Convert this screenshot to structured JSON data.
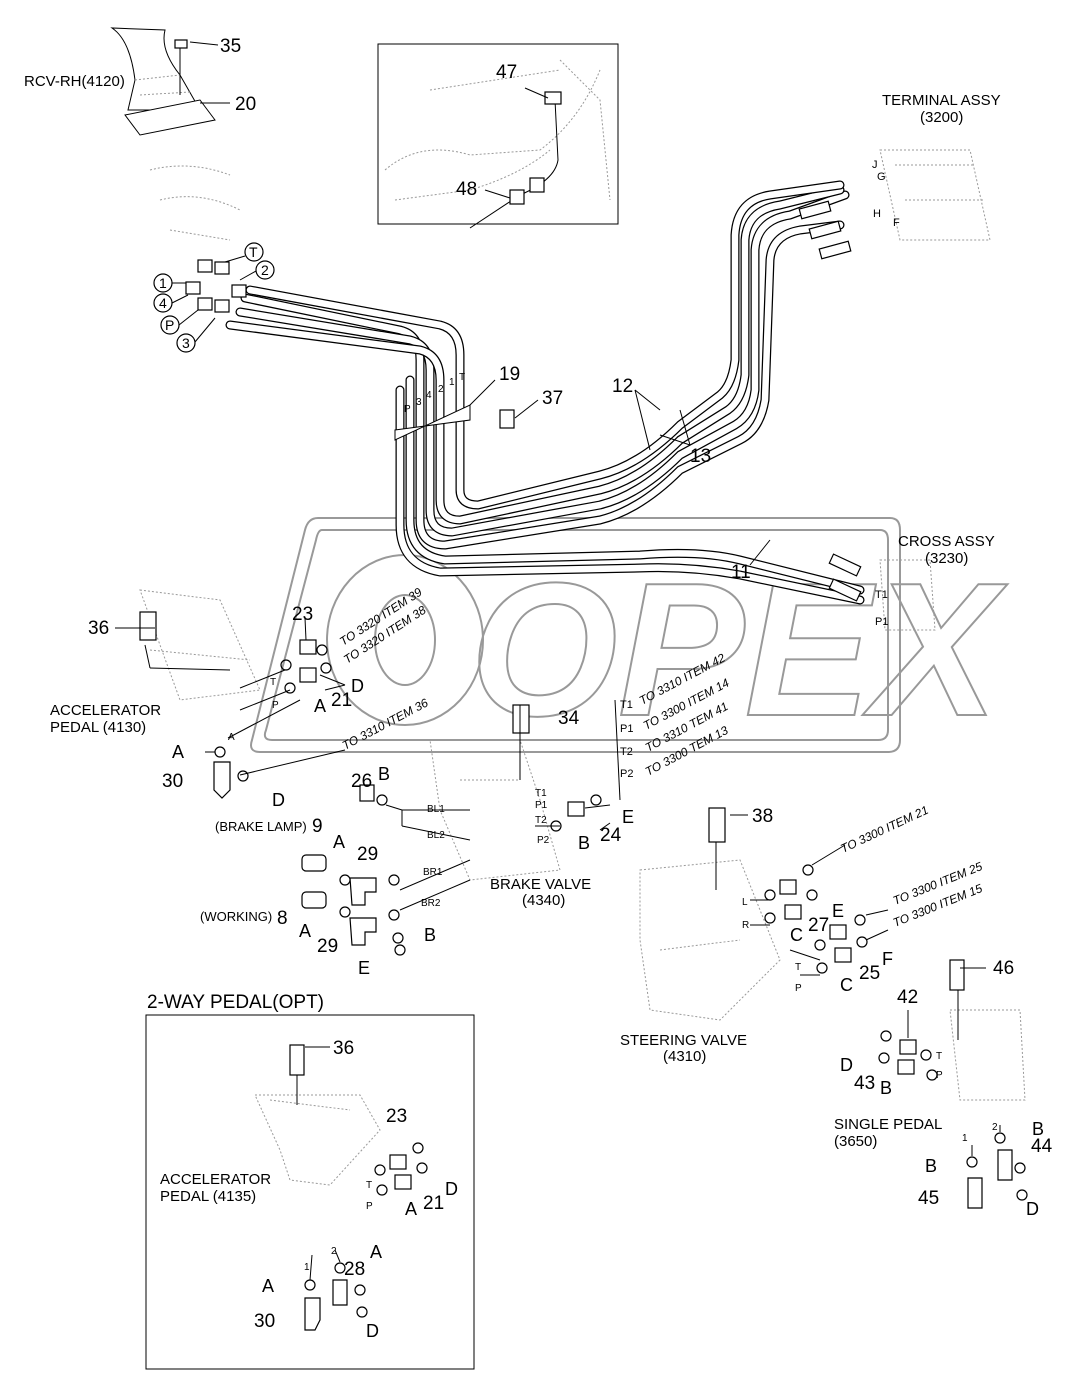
{
  "components": {
    "rcv_rh": "RCV-RH(4120)",
    "terminal_assy": "TERMINAL ASSY",
    "terminal_code": "(3200)",
    "cross_assy": "CROSS ASSY",
    "cross_code": "(3230)",
    "accel_pedal": "ACCELERATOR",
    "accel_pedal_code": "PEDAL (4130)",
    "brake_lamp": "(BRAKE LAMP)",
    "working": "(WORKING)",
    "brake_valve": "BRAKE VALVE",
    "brake_valve_code": "(4340)",
    "steering_valve": "STEERING VALVE",
    "steering_valve_code": "(4310)",
    "single_pedal": "SINGLE PEDAL",
    "single_pedal_code": "(3650)",
    "two_way_pedal": "2-WAY PEDAL(OPT)",
    "accel_pedal_2": "ACCELERATOR",
    "accel_pedal_2_code": "PEDAL (4135)"
  },
  "notes": {
    "n3320_39": "TO 3320 ITEM 39",
    "n3320_38": "TO 3320 ITEM 38",
    "n3310_36": "TO 3310 ITEM 36",
    "n3310_42": "TO 3310 ITEM 42",
    "n3300_14": "TO 3300 ITEM 14",
    "n3310_41": "TO 3310 TEM 41",
    "n3300_13": "TO 3300 TEM 13",
    "n3300_21": "TO 3300 ITEM 21",
    "n3300_25": "TO 3300 ITEM 25",
    "n3300_15": "TO 3300 ITEM 15"
  },
  "part_numbers": {
    "p35": "35",
    "p20": "20",
    "p47": "47",
    "p48": "48",
    "p19": "19",
    "p37": "37",
    "p12": "12",
    "p13": "13",
    "p11": "11",
    "p36": "36",
    "p23": "23",
    "p21": "21",
    "p34": "34",
    "p30": "30",
    "p26": "26",
    "p24": "24",
    "p9": "9",
    "p29a": "29",
    "p8": "8",
    "p29b": "29",
    "p38": "38",
    "p27": "27",
    "p25": "25",
    "p46": "46",
    "p42": "42",
    "p43": "43",
    "p44": "44",
    "p45": "45",
    "p36b": "36",
    "p23b": "23",
    "p21b": "21",
    "p28": "28",
    "p30b": "30"
  },
  "circled_ports": [
    "1",
    "T",
    "2",
    "4",
    "P",
    "3"
  ],
  "watermark": "OPEX",
  "pipe_tags": {
    "J": "J",
    "G": "G",
    "H": "H",
    "F": "F",
    "T1": "T1",
    "P1": "P1",
    "pipe_p": "P",
    "pipe_3": "3",
    "pipe_4": "4",
    "pipe_2": "2",
    "pipe_1": "1",
    "pipe_t": "T"
  },
  "letters": {
    "A": "A",
    "B": "B",
    "C": "C",
    "D": "D",
    "E": "E",
    "F": "F"
  },
  "small_tags": {
    "T": "T",
    "P": "P",
    "BL1": "BL1",
    "BL2": "BL2",
    "BR1": "BR1",
    "BR2": "BR2",
    "T1": "T1",
    "P1": "P1",
    "T2": "T2",
    "P2": "P2",
    "L": "L",
    "R": "R",
    "one": "1",
    "two": "2",
    "accel_a": "A"
  }
}
